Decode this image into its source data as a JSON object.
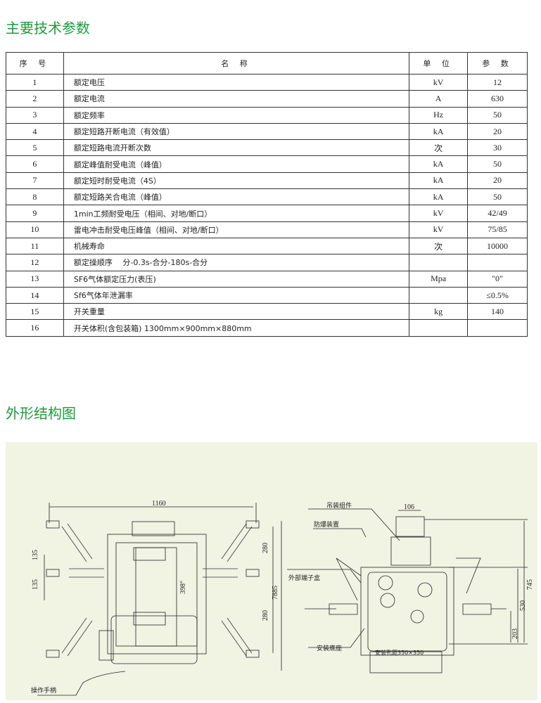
{
  "section1_title": "主要技术参数",
  "section2_title": "外形结构图",
  "table": {
    "headers": [
      "序 号",
      "名 称",
      "单 位",
      "参 数"
    ],
    "rows": [
      [
        "1",
        "额定电压",
        "kV",
        "12"
      ],
      [
        "2",
        "额定电流",
        "A",
        "630"
      ],
      [
        "3",
        "额定频率",
        "Hz",
        "50"
      ],
      [
        "4",
        "额定短路开断电流（有效值）",
        "kA",
        "20"
      ],
      [
        "5",
        "额定短路电流开断次数",
        "次",
        "30"
      ],
      [
        "6",
        "额定峰值耐受电流（峰值）",
        "kA",
        "50"
      ],
      [
        "7",
        "额定短时耐受电流（4S）",
        "kA",
        "20"
      ],
      [
        "8",
        "额定短路关合电流（峰值）",
        "kA",
        "50"
      ],
      [
        "9",
        "1min工频耐受电压（相间、对地/断口）",
        "kV",
        "42/49"
      ],
      [
        "10",
        "雷电冲击耐受电压峰值（相间、对地/断口）",
        "kV",
        "75/85"
      ],
      [
        "11",
        "机械寿命",
        "次",
        "10000"
      ],
      [
        "12",
        "额定操顺序　 分-0.3s-合分-180s-合分",
        "",
        ""
      ],
      [
        "13",
        "SF6气体额定压力(表压)",
        "Mpa",
        "\"0\""
      ],
      [
        "14",
        "Sf6气体年泄漏率",
        "",
        "≤0.5%"
      ],
      [
        "15",
        "开关重量",
        "kg",
        "140"
      ],
      [
        "16",
        "开关体积(含包装箱) 1300mm×900mm×880mm",
        "",
        ""
      ]
    ]
  },
  "drawing": {
    "left": {
      "dim_width": "1160",
      "dim_135a": "135",
      "dim_135b": "135",
      "dim_280a": "280",
      "dim_280b": "280",
      "dim_total": "7885",
      "dim_398": "398°",
      "label_handle": "操作手柄"
    },
    "right": {
      "label_lifting": "吊装组件",
      "label_explosion": "防爆装置",
      "label_terminal": "外部端子盒",
      "label_base": "安装底座",
      "label_holes": "安装孔距350×350",
      "dim_106": "106",
      "dim_745": "745",
      "dim_530": "530",
      "dim_203": "203"
    }
  }
}
